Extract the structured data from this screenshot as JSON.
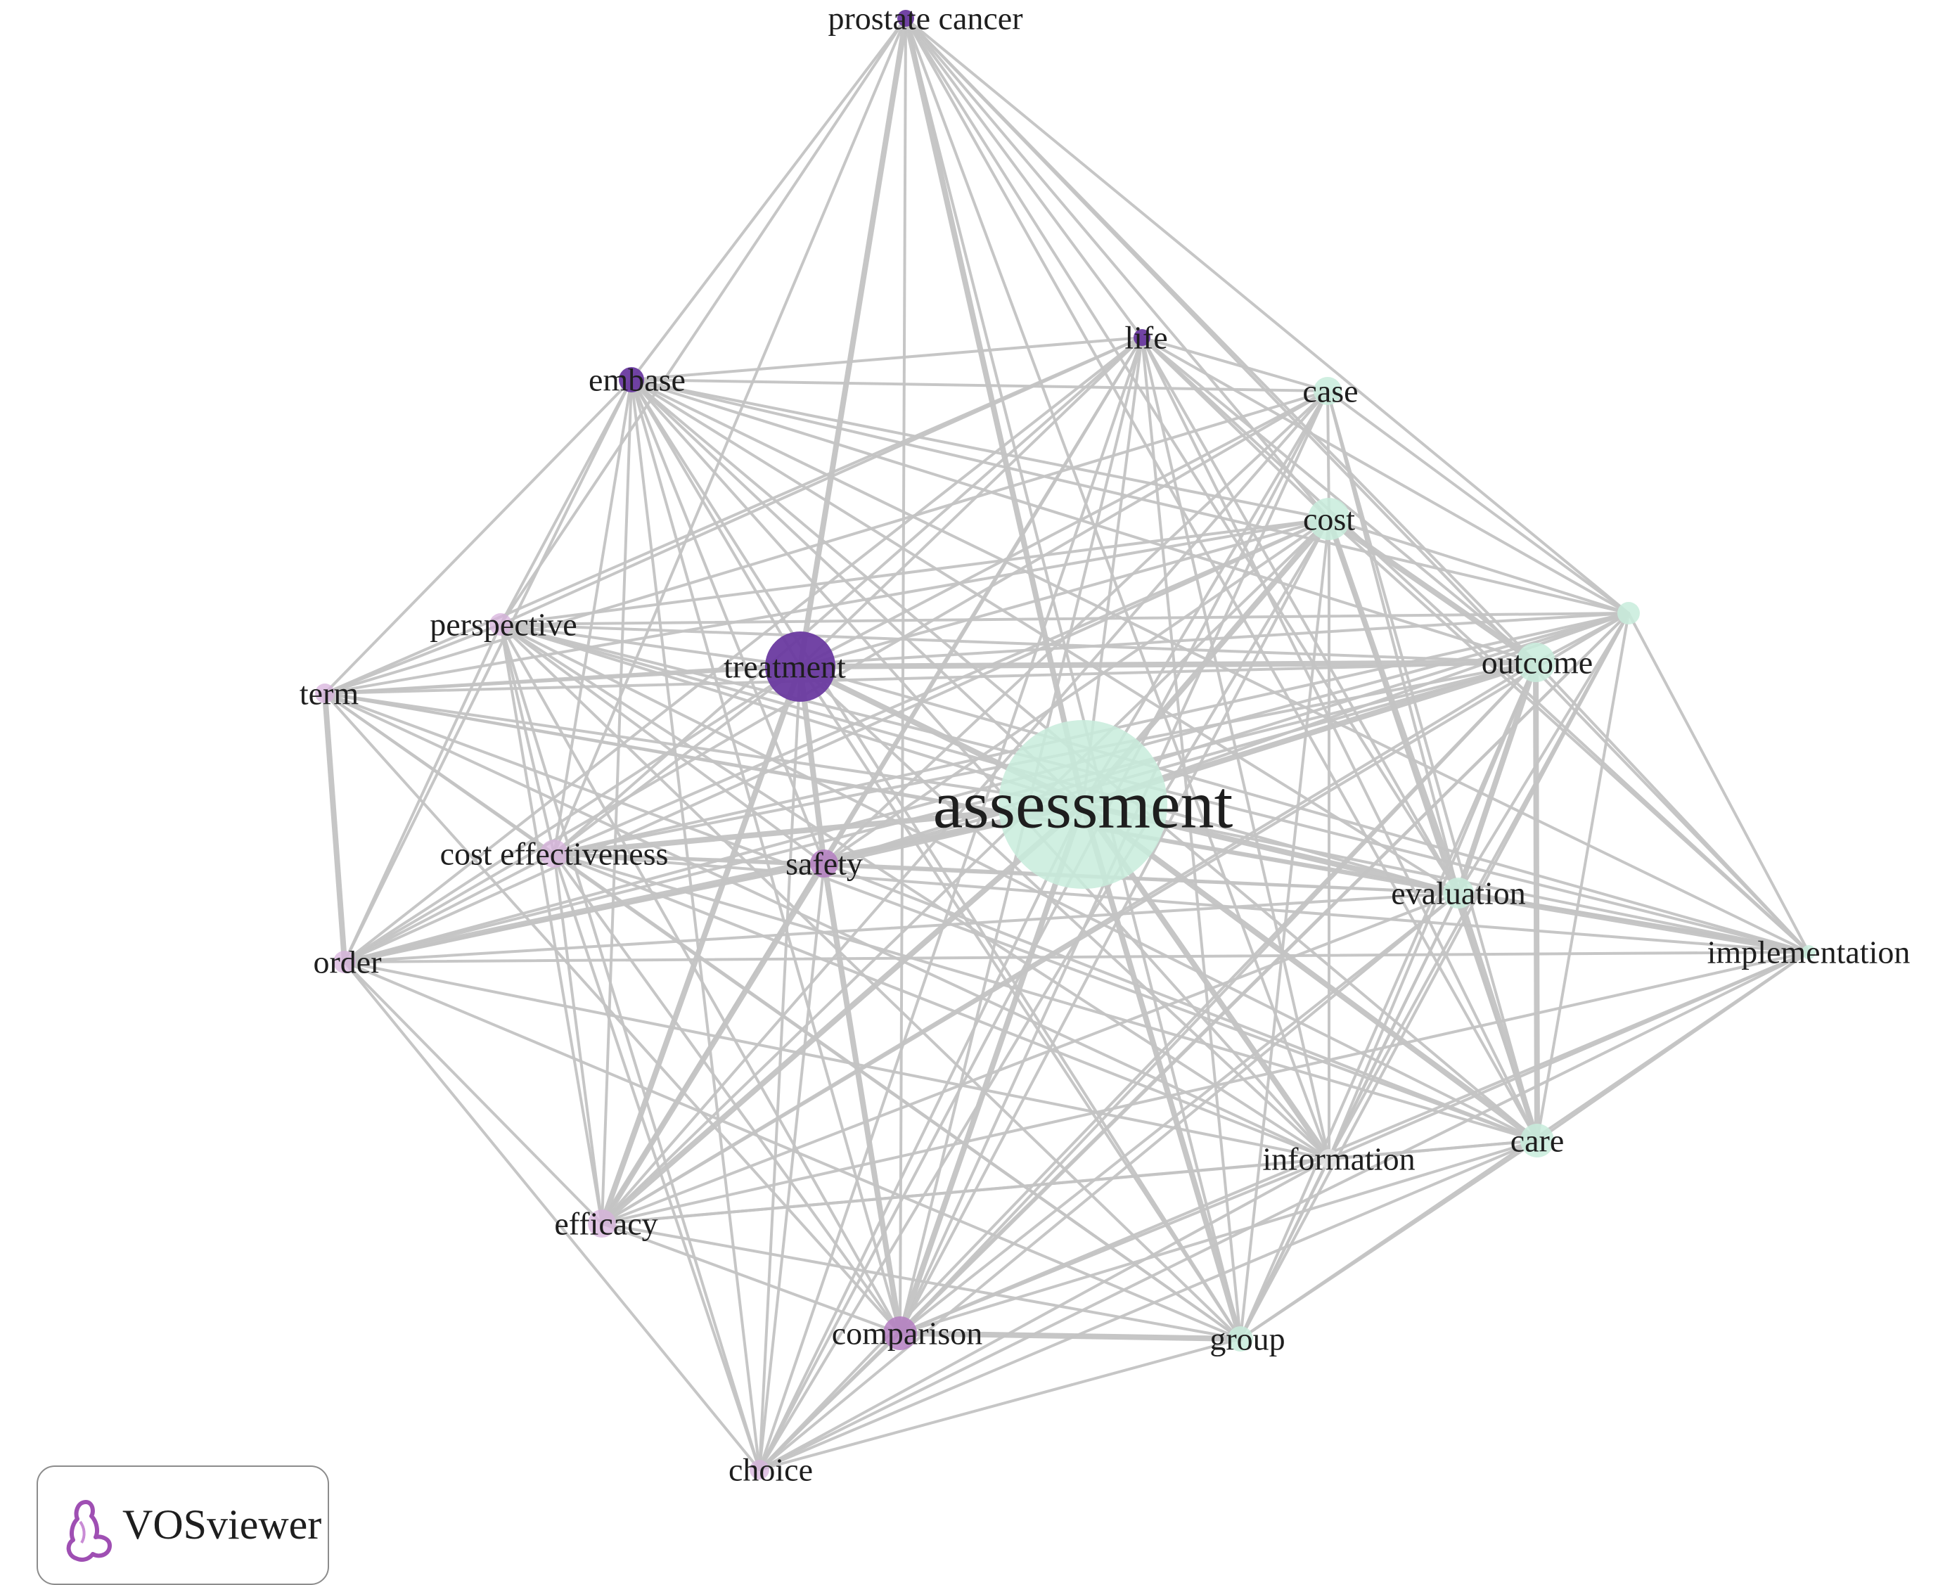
{
  "diagram": {
    "nodes": [
      {
        "id": "prostate-cancer",
        "label": "prostate cancer",
        "cluster": "dark-purple",
        "weight": 2
      },
      {
        "id": "life",
        "label": "life",
        "cluster": "dark-purple",
        "weight": 2
      },
      {
        "id": "embase",
        "label": "embase",
        "cluster": "dark-purple",
        "weight": 3
      },
      {
        "id": "case",
        "label": "case",
        "cluster": "green",
        "weight": 3
      },
      {
        "id": "cost",
        "label": "cost",
        "cluster": "green",
        "weight": 4
      },
      {
        "id": "perspective",
        "label": "perspective",
        "cluster": "pink",
        "weight": 3
      },
      {
        "id": "treatment",
        "label": "treatment",
        "cluster": "dark-purple",
        "weight": 9
      },
      {
        "id": "unlabeled-green",
        "label": "",
        "cluster": "green",
        "weight": 3
      },
      {
        "id": "outcome",
        "label": "outcome",
        "cluster": "green",
        "weight": 4
      },
      {
        "id": "term",
        "label": "term",
        "cluster": "pink",
        "weight": 2
      },
      {
        "id": "assessment",
        "label": "assessment",
        "cluster": "green",
        "weight": 20
      },
      {
        "id": "cost-effectiveness",
        "label": "cost effectiveness",
        "cluster": "pink",
        "weight": 4
      },
      {
        "id": "safety",
        "label": "safety",
        "cluster": "mauve",
        "weight": 4
      },
      {
        "id": "evaluation",
        "label": "evaluation",
        "cluster": "green",
        "weight": 4
      },
      {
        "id": "implementation",
        "label": "implementation",
        "cluster": "green",
        "weight": 2
      },
      {
        "id": "order",
        "label": "order",
        "cluster": "pink",
        "weight": 3
      },
      {
        "id": "care",
        "label": "care",
        "cluster": "green",
        "weight": 4
      },
      {
        "id": "information",
        "label": "information",
        "cluster": "grey",
        "weight": 2
      },
      {
        "id": "efficacy",
        "label": "efficacy",
        "cluster": "pink",
        "weight": 4
      },
      {
        "id": "comparison",
        "label": "comparison",
        "cluster": "mauve",
        "weight": 5
      },
      {
        "id": "group",
        "label": "group",
        "cluster": "green",
        "weight": 3
      },
      {
        "id": "choice",
        "label": "choice",
        "cluster": "pink",
        "weight": 2
      }
    ],
    "strong_links": [
      [
        "assessment",
        "treatment"
      ],
      [
        "assessment",
        "outcome"
      ],
      [
        "assessment",
        "safety"
      ],
      [
        "assessment",
        "cost"
      ],
      [
        "assessment",
        "evaluation"
      ],
      [
        "assessment",
        "order"
      ],
      [
        "assessment",
        "comparison"
      ],
      [
        "assessment",
        "efficacy"
      ],
      [
        "assessment",
        "cost-effectiveness"
      ],
      [
        "assessment",
        "care"
      ],
      [
        "assessment",
        "group"
      ],
      [
        "assessment",
        "information"
      ],
      [
        "treatment",
        "safety"
      ],
      [
        "treatment",
        "outcome"
      ],
      [
        "treatment",
        "efficacy"
      ],
      [
        "cost",
        "outcome"
      ],
      [
        "cost",
        "evaluation"
      ],
      [
        "outcome",
        "evaluation"
      ],
      [
        "evaluation",
        "care"
      ],
      [
        "evaluation",
        "implementation"
      ],
      [
        "outcome",
        "care"
      ],
      [
        "safety",
        "comparison"
      ],
      [
        "safety",
        "efficacy"
      ],
      [
        "term",
        "order"
      ],
      [
        "comparison",
        "group"
      ],
      [
        "prostate-cancer",
        "treatment"
      ],
      [
        "prostate-cancer",
        "assessment"
      ]
    ],
    "colors": {
      "dark-purple": "#6a3aa0",
      "mauve": "#b47ec1",
      "pink": "#d7b1dc",
      "green": "#c8ecdc",
      "grey": "#e4e4e4",
      "edge": "#c4c4c4"
    }
  },
  "legend": {
    "brand": "VOSviewer",
    "icon": "vosviewer-logo-icon"
  }
}
